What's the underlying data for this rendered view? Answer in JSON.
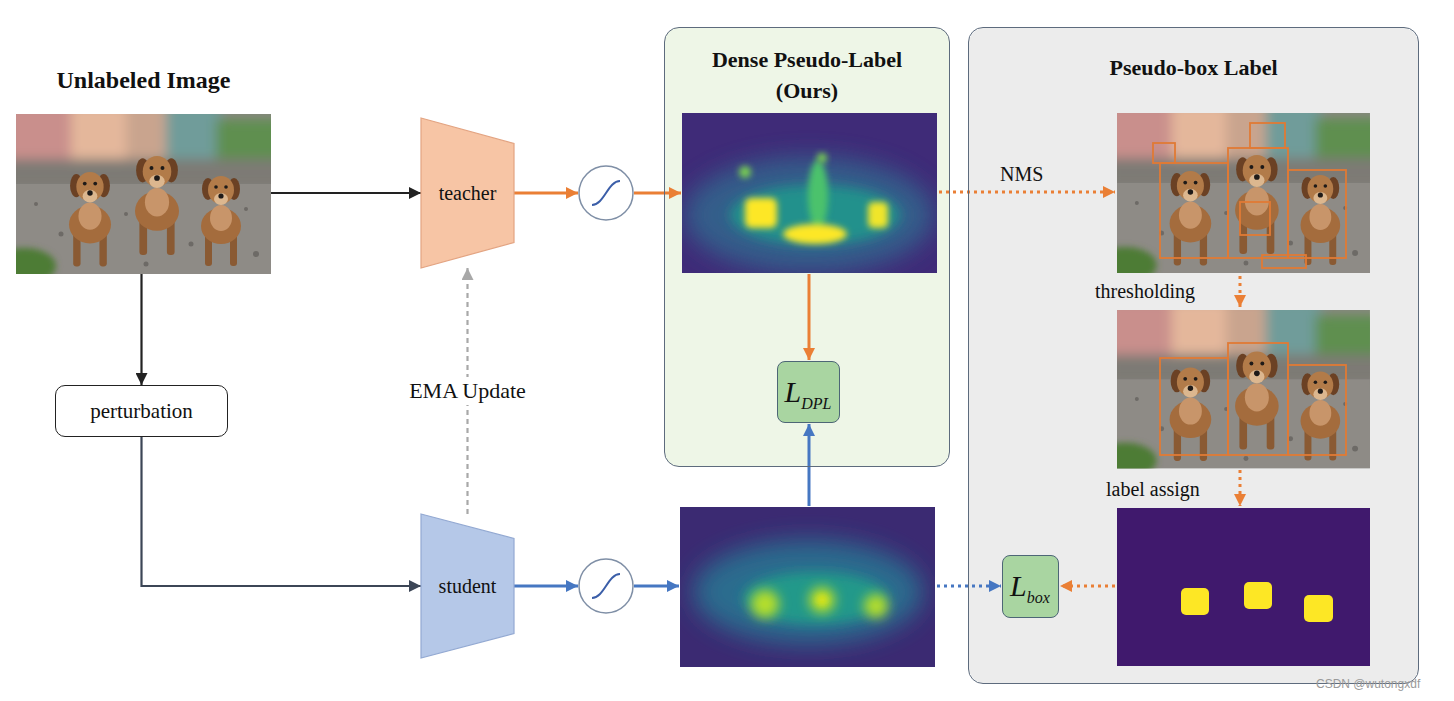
{
  "diagram": {
    "nodes": [
      {
        "text": [
          "Unlabeled Image"
        ]
      },
      {
        "text": [
          "perturbation"
        ]
      },
      {
        "text": [
          "teacher"
        ]
      },
      {
        "text": [
          "student"
        ]
      },
      {
        "text": [
          "Dense Pseudo-Label (Ours)"
        ]
      },
      {
        "text": [
          "L",
          "DPL"
        ],
        "in": 4
      },
      {
        "text": [
          "Pseudo-box Label"
        ]
      },
      {
        "text": [
          "L",
          "box"
        ],
        "in": 6
      }
    ],
    "edges": [
      {
        "from": 0,
        "to": 2,
        "arrow": "to"
      },
      {
        "from": 0,
        "to": 1,
        "arrow": "to"
      },
      {
        "from": 1,
        "to": 3,
        "arrow": "to"
      },
      {
        "from": 3,
        "to": 2,
        "arrow": "to",
        "label": "EMA Update"
      }
    ],
    "labels": [
      "NMS",
      "thresholding",
      "label assign",
      "CSDN @wutongxdf"
    ]
  }
}
